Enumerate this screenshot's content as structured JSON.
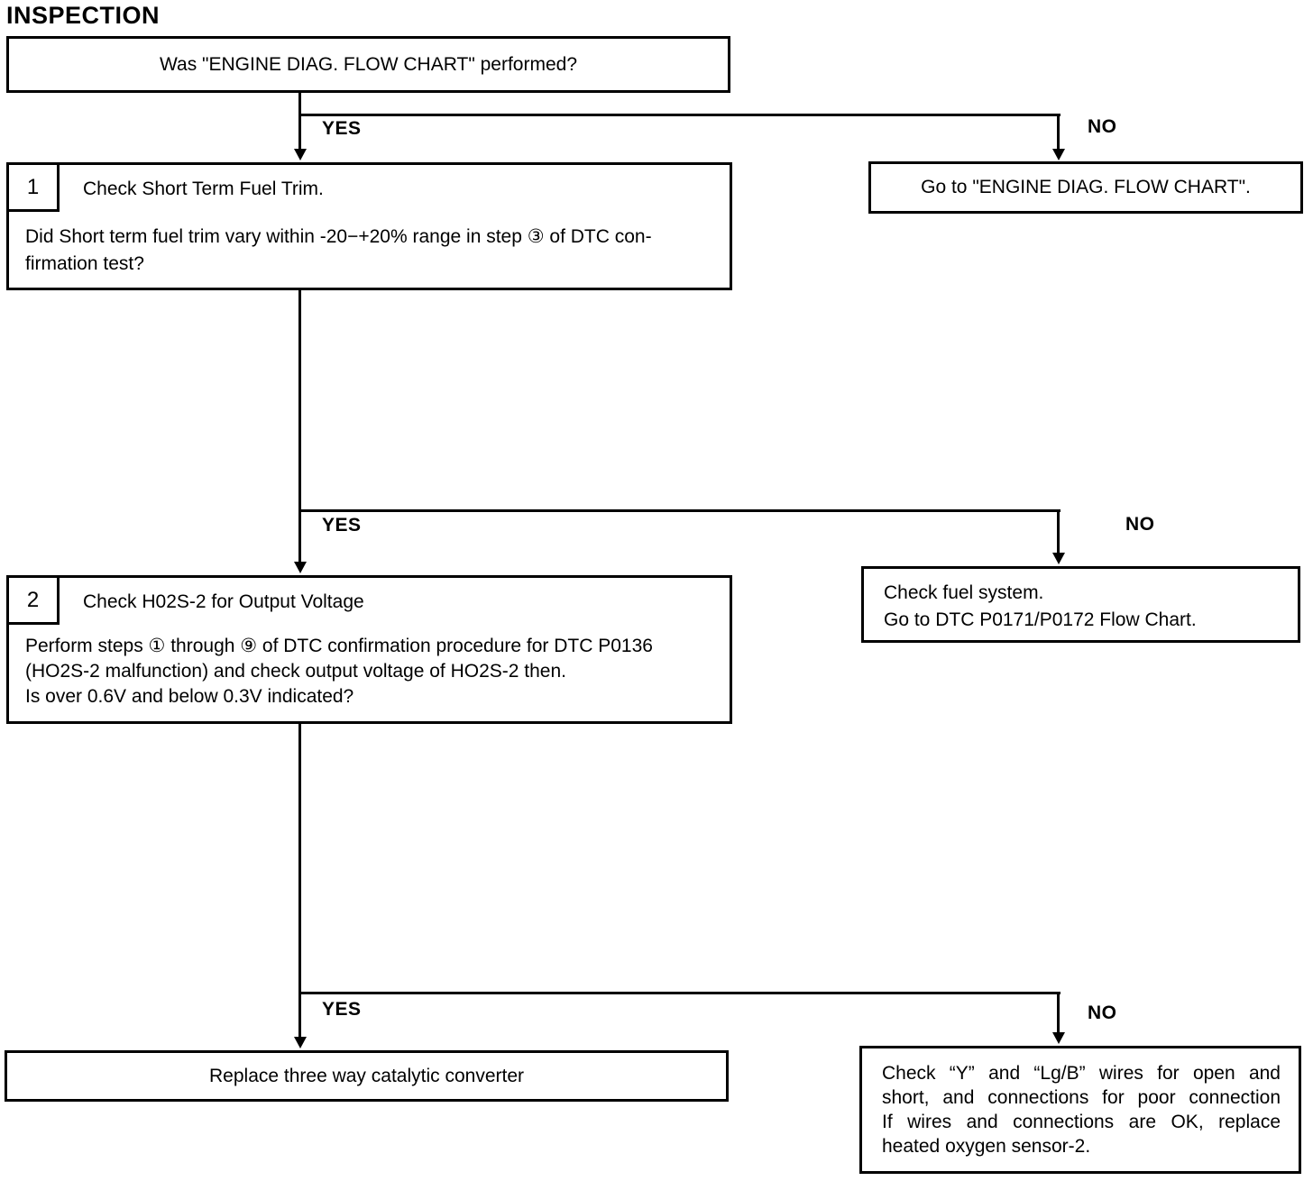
{
  "page": {
    "title": "INSPECTION"
  },
  "flowchart": {
    "labels": {
      "yes": "YES",
      "no": "NO"
    },
    "colors": {
      "line": "#000000",
      "background": "#ffffff",
      "text": "#000000"
    },
    "nodes": {
      "start": {
        "text": "Was \"ENGINE DIAG. FLOW CHART\" performed?"
      },
      "goto_engine_diag": {
        "text": "Go to \"ENGINE DIAG. FLOW CHART\"."
      },
      "step1": {
        "number": "1",
        "title": "Check Short Term Fuel Trim.",
        "body_lines": [
          "Did Short term fuel trim vary within -20−+20% range in step ③ of DTC con-",
          "firmation test?"
        ]
      },
      "check_fuel_system": {
        "lines": [
          "Check fuel system.",
          "Go to DTC P0171/P0172 Flow Chart."
        ]
      },
      "step2": {
        "number": "2",
        "title": "Check H02S-2 for Output Voltage",
        "body_lines": [
          "Perform steps ① through ⑨ of DTC confirmation procedure for DTC P0136",
          "(HO2S-2 malfunction) and check output voltage of HO2S-2 then.",
          "Is over 0.6V and below 0.3V indicated?"
        ]
      },
      "replace_converter": {
        "text": "Replace three way catalytic converter"
      },
      "check_wires": {
        "lines": [
          "Check “Y” and “Lg/B” wires for open and",
          "short, and connections for poor connection",
          "If wires and connections are OK, replace",
          "heated oxygen sensor-2."
        ]
      }
    }
  }
}
